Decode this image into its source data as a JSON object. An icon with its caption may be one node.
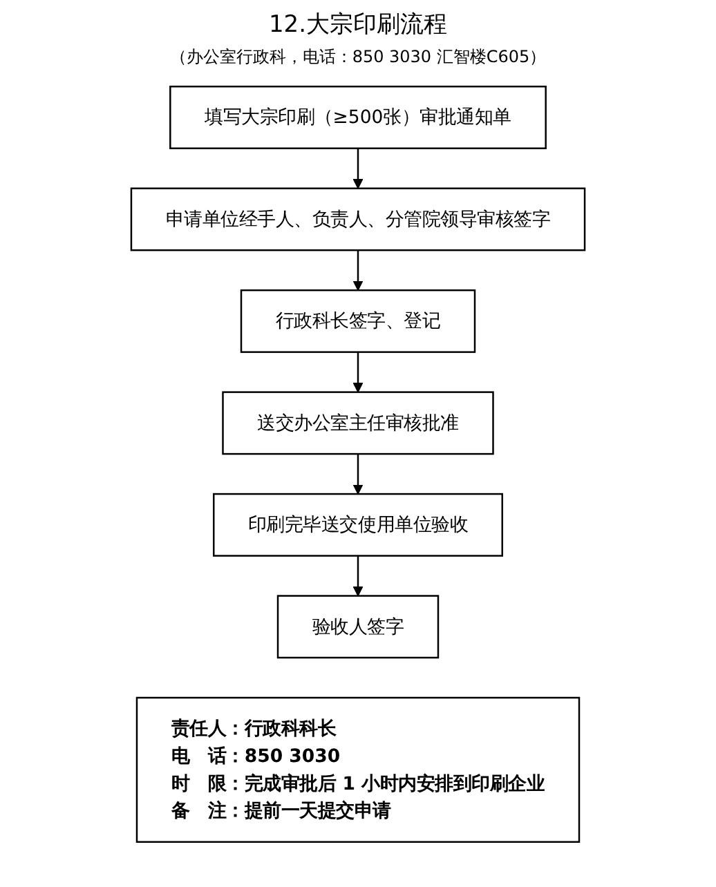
{
  "diagram": {
    "title": "12.大宗印刷流程",
    "nodes": [
      {
        "text": [
          "填写大宗印刷（≥500张）审批通知单"
        ]
      },
      {
        "text": [
          "申请单位经手人、负责人、分管院领导审核签字"
        ]
      },
      {
        "text": [
          "行政科长签字、登记"
        ]
      },
      {
        "text": [
          "送交办公室主任审核批准"
        ]
      },
      {
        "text": [
          "印刷完毕送交使用单位验收"
        ]
      },
      {
        "text": [
          "验收人签字"
        ]
      },
      {
        "text": [
          "责任人：行政科科长",
          "电　话：850 3030",
          "时　限：完成审批后 1 小时内安排到印刷企业",
          "备　注：提前一天提交申请"
        ]
      }
    ],
    "edges": [
      {
        "from": 0,
        "to": 1,
        "arrow": "to"
      },
      {
        "from": 1,
        "to": 2,
        "arrow": "to"
      },
      {
        "from": 2,
        "to": 3,
        "arrow": "to"
      },
      {
        "from": 3,
        "to": 4,
        "arrow": "to"
      },
      {
        "from": 4,
        "to": 5,
        "arrow": "to"
      }
    ],
    "labels": [
      "（办公室行政科，电话：850 3030 汇智楼C605）"
    ]
  }
}
